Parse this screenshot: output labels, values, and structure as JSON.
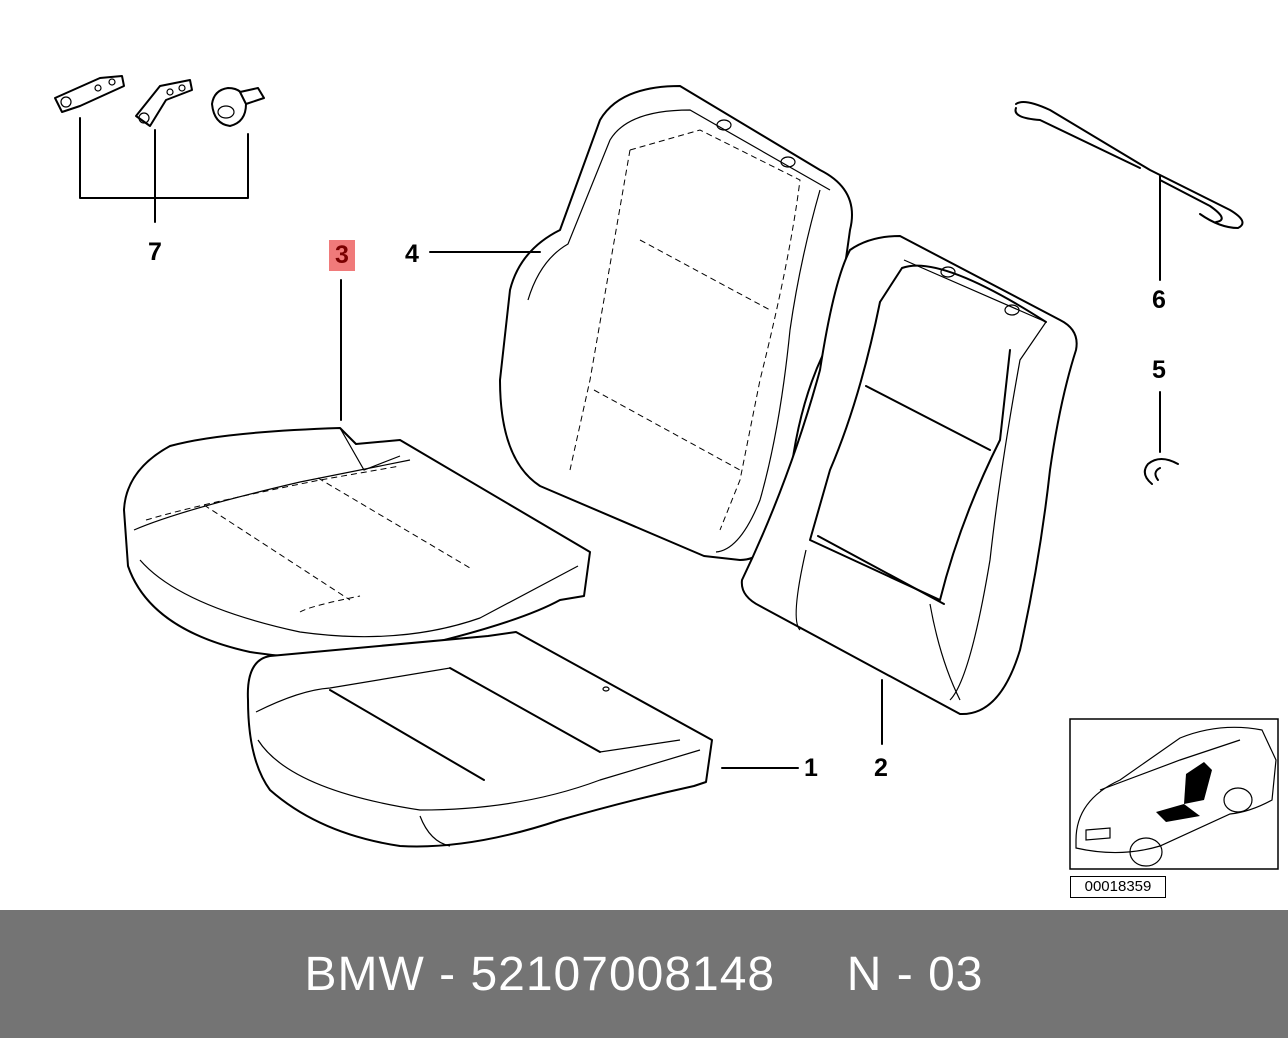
{
  "callouts": {
    "c1": "1",
    "c2": "2",
    "c3": "3",
    "c4": "4",
    "c5": "5",
    "c6": "6",
    "c7": "7"
  },
  "highlighted_part": "3",
  "reference_code": "00018359",
  "footer": {
    "text": "BMW - 52107008148     N - 03"
  },
  "colors": {
    "highlight": "#f07a7a",
    "footer_bg": "#747474",
    "footer_text": "#ffffff"
  }
}
